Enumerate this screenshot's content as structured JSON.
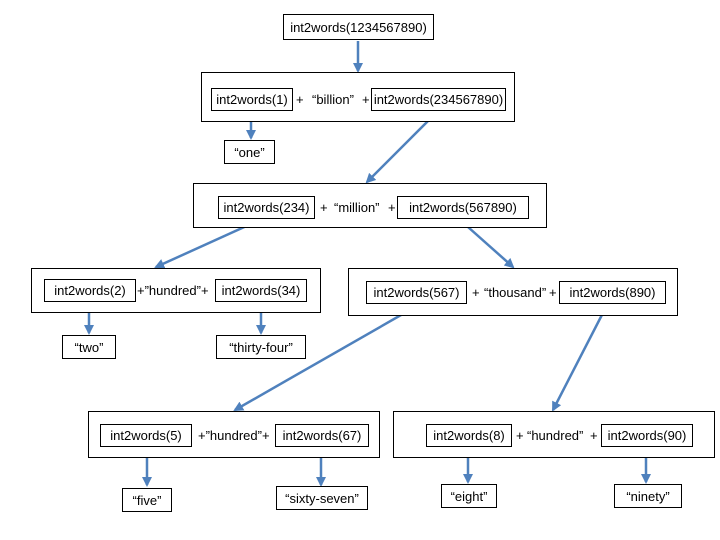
{
  "root": {
    "call": "int2words(1234567890)"
  },
  "billion_level": {
    "left_call": "int2words(1)",
    "plus_1": "+",
    "word": "“billion”",
    "plus_2": "+",
    "right_call": "int2words(234567890)",
    "left_result": "“one”"
  },
  "million_level": {
    "left_call": "int2words(234)",
    "plus_1": "+",
    "word": "“million”",
    "plus_2": "+",
    "right_call": "int2words(567890)"
  },
  "hundreds_234": {
    "left_call": "int2words(2)",
    "middle": "+”hundred”+",
    "right_call": "int2words(34)",
    "left_result": "“two”",
    "right_result": "“thirty-four”"
  },
  "thousand_level": {
    "left_call": "int2words(567)",
    "plus_1": "+",
    "word": "“thousand”",
    "plus_2": "+",
    "right_call": "int2words(890)"
  },
  "hundreds_567": {
    "left_call": "int2words(5)",
    "middle": "+”hundred”+",
    "right_call": "int2words(67)",
    "left_result": "“five”",
    "right_result": "“sixty-seven”"
  },
  "hundreds_890": {
    "left_call": "int2words(8)",
    "plus_1": "+",
    "word": "“hundred”",
    "plus_2": "+",
    "right_call": "int2words(90)",
    "left_result": "“eight”",
    "right_result": "“ninety”"
  },
  "colors": {
    "arrow": "#4f81bd",
    "border": "#000000"
  }
}
